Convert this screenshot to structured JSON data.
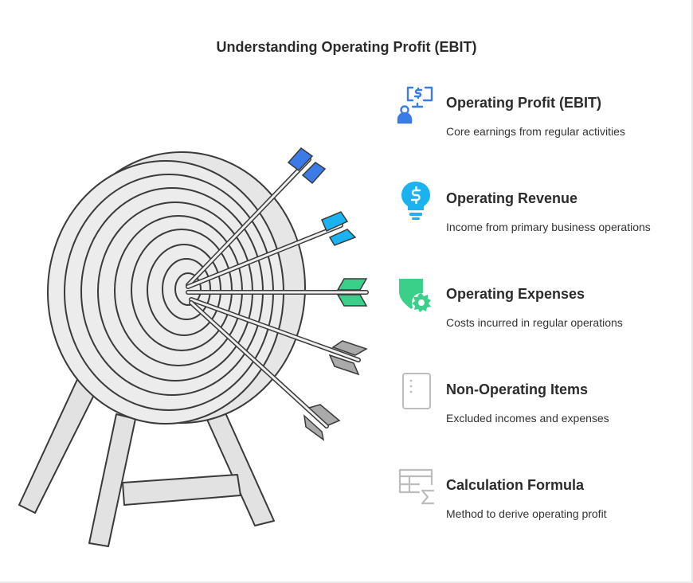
{
  "title": "Understanding Operating Profit (EBIT)",
  "items": [
    {
      "label": "Operating Profit (EBIT)",
      "desc": "Core earnings from regular activities",
      "icon": "computer-dollar-user-icon",
      "color": "#3b7be8"
    },
    {
      "label": "Operating Revenue",
      "desc": "Income from primary business operations",
      "icon": "dollar-lightbulb-icon",
      "color": "#1ab3f0"
    },
    {
      "label": "Operating Expenses",
      "desc": "Costs incurred in regular operations",
      "icon": "shield-gear-icon",
      "color": "#3ad08a"
    },
    {
      "label": "Non-Operating Items",
      "desc": "Excluded incomes and expenses",
      "icon": "document-icon",
      "color": "#bdbdbd"
    },
    {
      "label": "Calculation Formula",
      "desc": "Method to derive operating profit",
      "icon": "table-sigma-icon",
      "color": "#bdbdbd"
    }
  ],
  "arrow_colors": [
    "#3b7be8",
    "#1ab3f0",
    "#3ad08a",
    "#aaaaaa",
    "#aaaaaa"
  ]
}
